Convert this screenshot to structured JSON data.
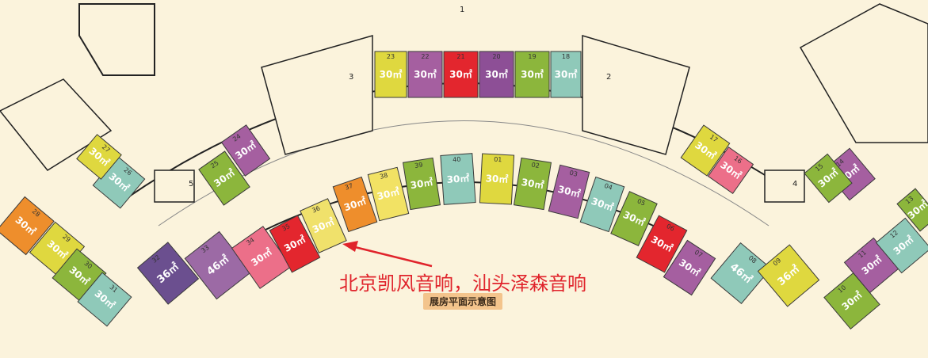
{
  "units": [
    {
      "no": "22",
      "size": "30㎡",
      "color": "#a55fa0"
    },
    {
      "no": "21",
      "size": "30㎡",
      "color": "#e3262e"
    },
    {
      "no": "20",
      "size": "30㎡",
      "color": "#8d4f96"
    },
    {
      "no": "19",
      "size": "30㎡",
      "color": "#8cb63c"
    },
    {
      "no": "18",
      "size": "30㎡",
      "color": "#8fc9b9"
    },
    {
      "no": "23",
      "size": "30㎡",
      "color": "#dfd83f"
    },
    {
      "no": "25",
      "size": "30㎡",
      "color": "#8cb63c"
    },
    {
      "no": "26",
      "size": "30㎡",
      "color": "#8fc9b9"
    },
    {
      "no": "27",
      "size": "30㎡",
      "color": "#dfd83f"
    },
    {
      "no": "24",
      "size": "30㎡",
      "color": "#a55fa0"
    },
    {
      "no": "28",
      "size": "30㎡",
      "color": "#ee8e2c"
    },
    {
      "no": "29",
      "size": "30㎡",
      "color": "#dfd83f"
    },
    {
      "no": "30",
      "size": "30㎡",
      "color": "#8cb63c"
    },
    {
      "no": "31",
      "size": "30㎡",
      "color": "#8fc9b9"
    },
    {
      "no": "32",
      "size": "36㎡",
      "color": "#6b4f8f"
    },
    {
      "no": "33",
      "size": "46㎡",
      "color": "#9c6aa5"
    },
    {
      "no": "34",
      "size": "30㎡",
      "color": "#ec6f89"
    },
    {
      "no": "35",
      "size": "30㎡",
      "color": "#e3262e"
    },
    {
      "no": "36",
      "size": "30㎡",
      "color": "#f0e16b"
    },
    {
      "no": "37",
      "size": "30㎡",
      "color": "#ee8e2c"
    },
    {
      "no": "38",
      "size": "30㎡",
      "color": "#f2e264"
    },
    {
      "no": "39",
      "size": "30㎡",
      "color": "#8cb63c"
    },
    {
      "no": "40",
      "size": "30㎡",
      "color": "#8fc9b9"
    },
    {
      "no": "01",
      "size": "30㎡",
      "color": "#dfd83f"
    },
    {
      "no": "02",
      "size": "30㎡",
      "color": "#8cb63c"
    },
    {
      "no": "03",
      "size": "30㎡",
      "color": "#a55fa0"
    },
    {
      "no": "04",
      "size": "30㎡",
      "color": "#8fc9b9"
    },
    {
      "no": "05",
      "size": "30㎡",
      "color": "#8cb63c"
    },
    {
      "no": "06",
      "size": "30㎡",
      "color": "#e3262e"
    },
    {
      "no": "07",
      "size": "30㎡",
      "color": "#a55fa0"
    },
    {
      "no": "08",
      "size": "46㎡",
      "color": "#8fc9b9"
    },
    {
      "no": "09",
      "size": "36㎡",
      "color": "#dfd83f"
    },
    {
      "no": "10",
      "size": "30㎡",
      "color": "#8cb63c"
    },
    {
      "no": "11",
      "size": "30㎡",
      "color": "#a55fa0"
    },
    {
      "no": "12",
      "size": "30㎡",
      "color": "#8fc9b9"
    },
    {
      "no": "13",
      "size": "30㎡",
      "color": "#8cb63c"
    },
    {
      "no": "14",
      "size": "30㎡",
      "color": "#a55fa0"
    },
    {
      "no": "15",
      "size": "30㎡",
      "color": "#8cb63c"
    },
    {
      "no": "16",
      "size": "30㎡",
      "color": "#ec6f89"
    },
    {
      "no": "17",
      "size": "30㎡",
      "color": "#dfd83f"
    }
  ],
  "stairs": [
    "1",
    "2",
    "3",
    "4",
    "5"
  ],
  "annotation": "北京凯风音响，汕头泽森音响",
  "caption": "展房平面示意图",
  "colors": {
    "background": "#fbf3dc",
    "annotation": "#e0232b",
    "caption_bg": "#f3c48c",
    "wall": "#2a2a2a"
  }
}
